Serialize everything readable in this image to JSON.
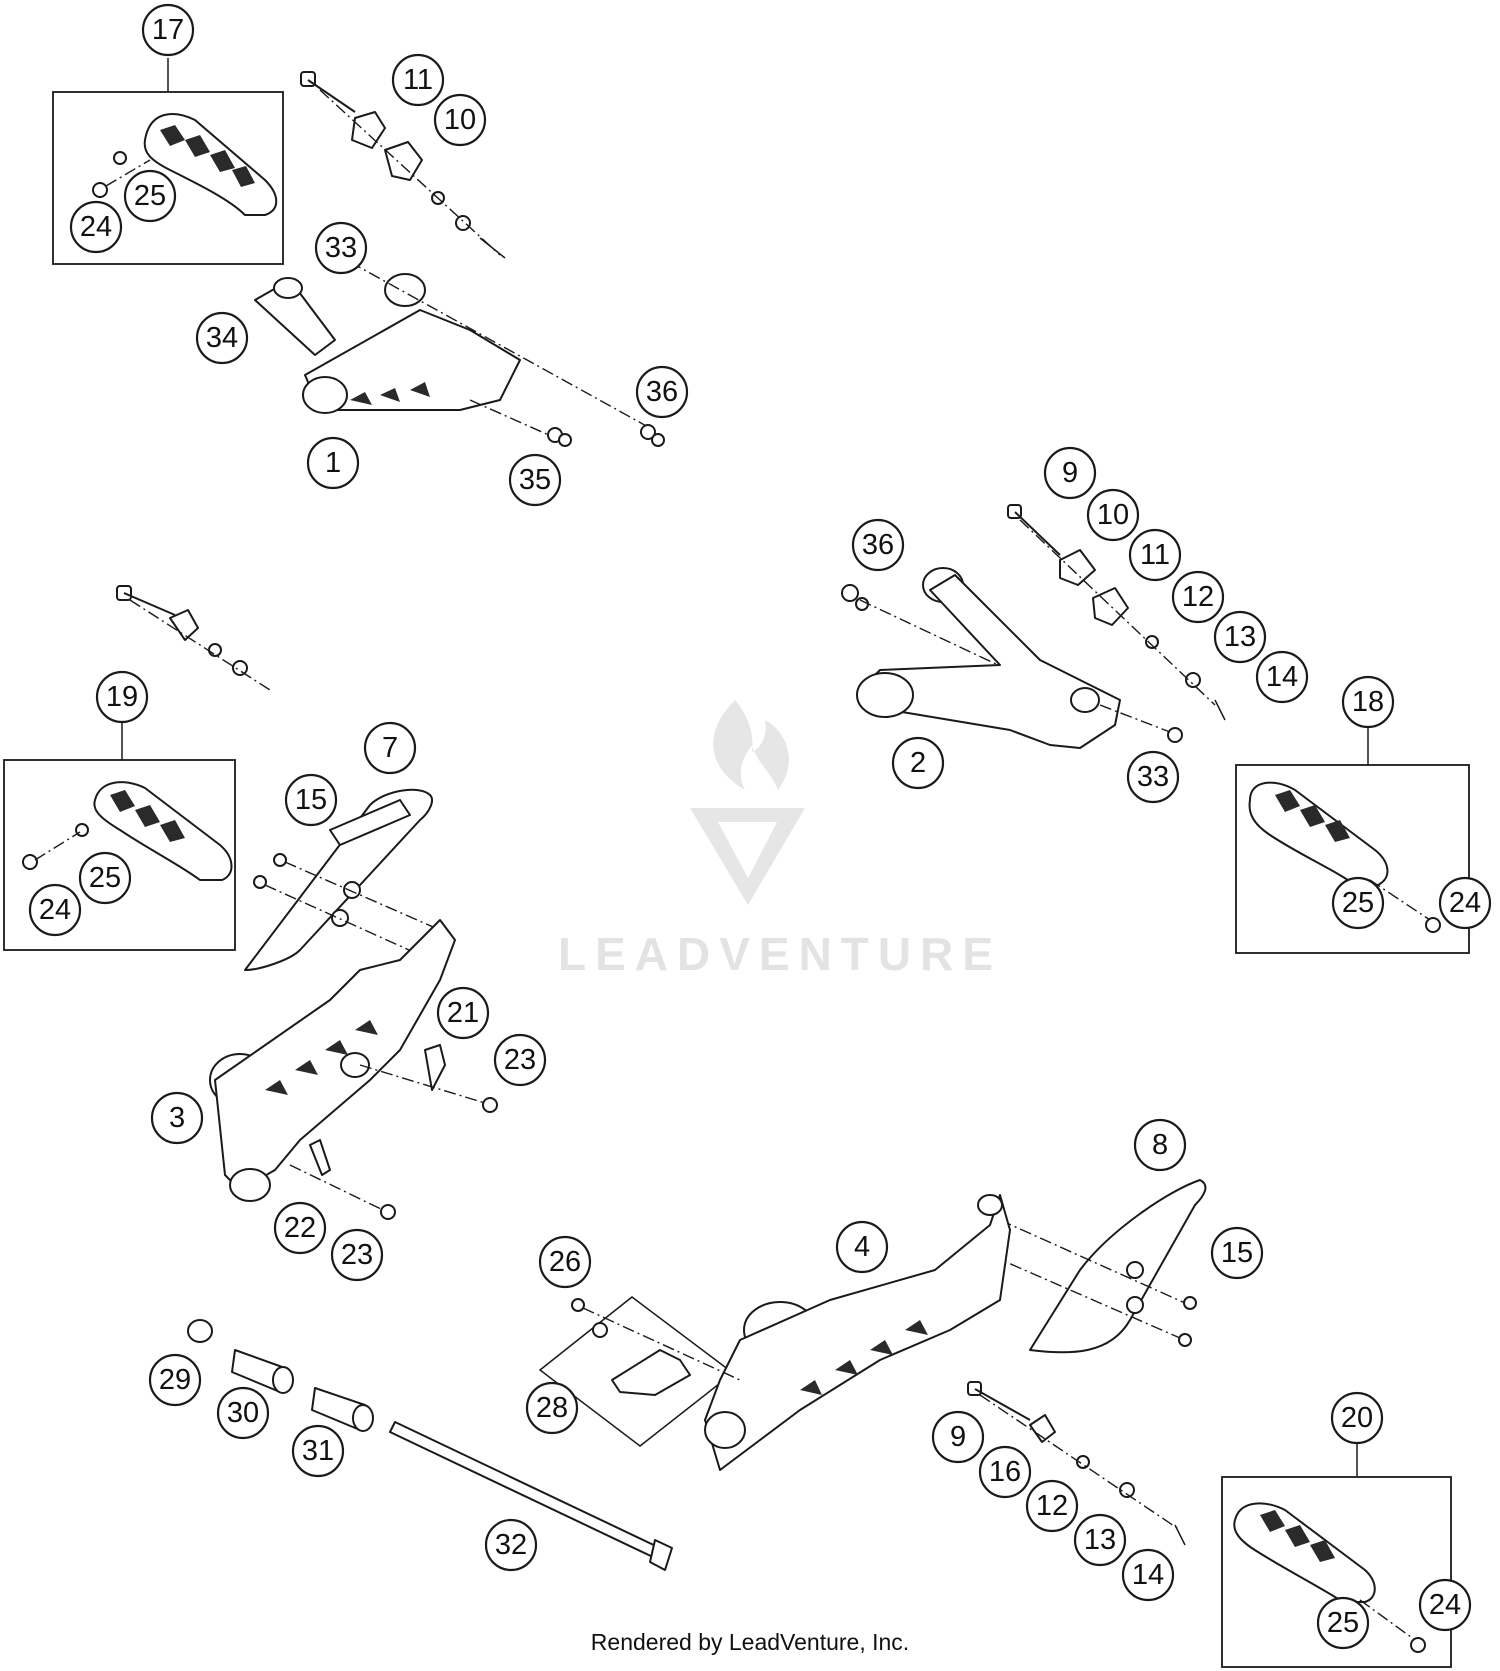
{
  "watermark": {
    "text": "LEADVENTURE",
    "color": "#e3e3e3"
  },
  "credit": "Rendered by LeadVenture, Inc.",
  "callouts": [
    "17",
    "11",
    "10",
    "25",
    "24",
    "33",
    "34",
    "36",
    "35",
    "1",
    "9",
    "10",
    "11",
    "12",
    "13",
    "14",
    "36",
    "2",
    "33",
    "18",
    "25",
    "24",
    "19",
    "25",
    "24",
    "7",
    "15",
    "21",
    "23",
    "3",
    "22",
    "23",
    "8",
    "4",
    "15",
    "26",
    "28",
    "29",
    "30",
    "31",
    "32",
    "9",
    "16",
    "12",
    "13",
    "14",
    "20",
    "25",
    "24"
  ]
}
